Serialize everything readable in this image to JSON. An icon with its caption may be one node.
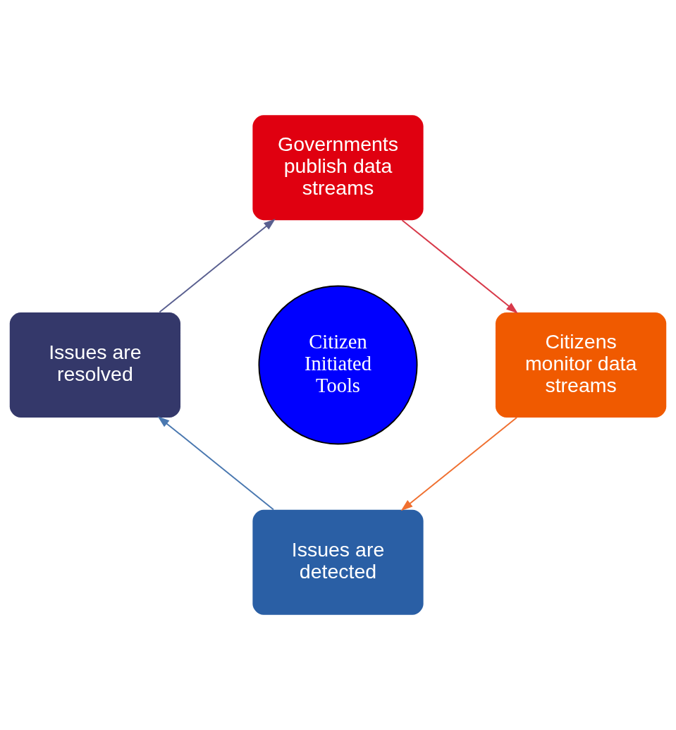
{
  "diagram": {
    "nodes": [
      {
        "text": [
          "Governments publish data streams"
        ]
      },
      {
        "text": [
          "Citizens monitor data streams"
        ]
      },
      {
        "text": [
          "Issues are detected"
        ]
      },
      {
        "text": [
          "Issues are resolved"
        ]
      },
      {
        "text": [
          "Citizen Initiated Tools"
        ]
      }
    ],
    "edges": [
      {
        "from": 0,
        "to": 1,
        "arrow": "to",
        "color": "#d83a4a"
      },
      {
        "from": 1,
        "to": 2,
        "arrow": "to",
        "color": "#f07030"
      },
      {
        "from": 2,
        "to": 3,
        "arrow": "to",
        "color": "#4a78b0"
      },
      {
        "from": 3,
        "to": 0,
        "arrow": "to",
        "color": "#5a6090"
      }
    ]
  }
}
